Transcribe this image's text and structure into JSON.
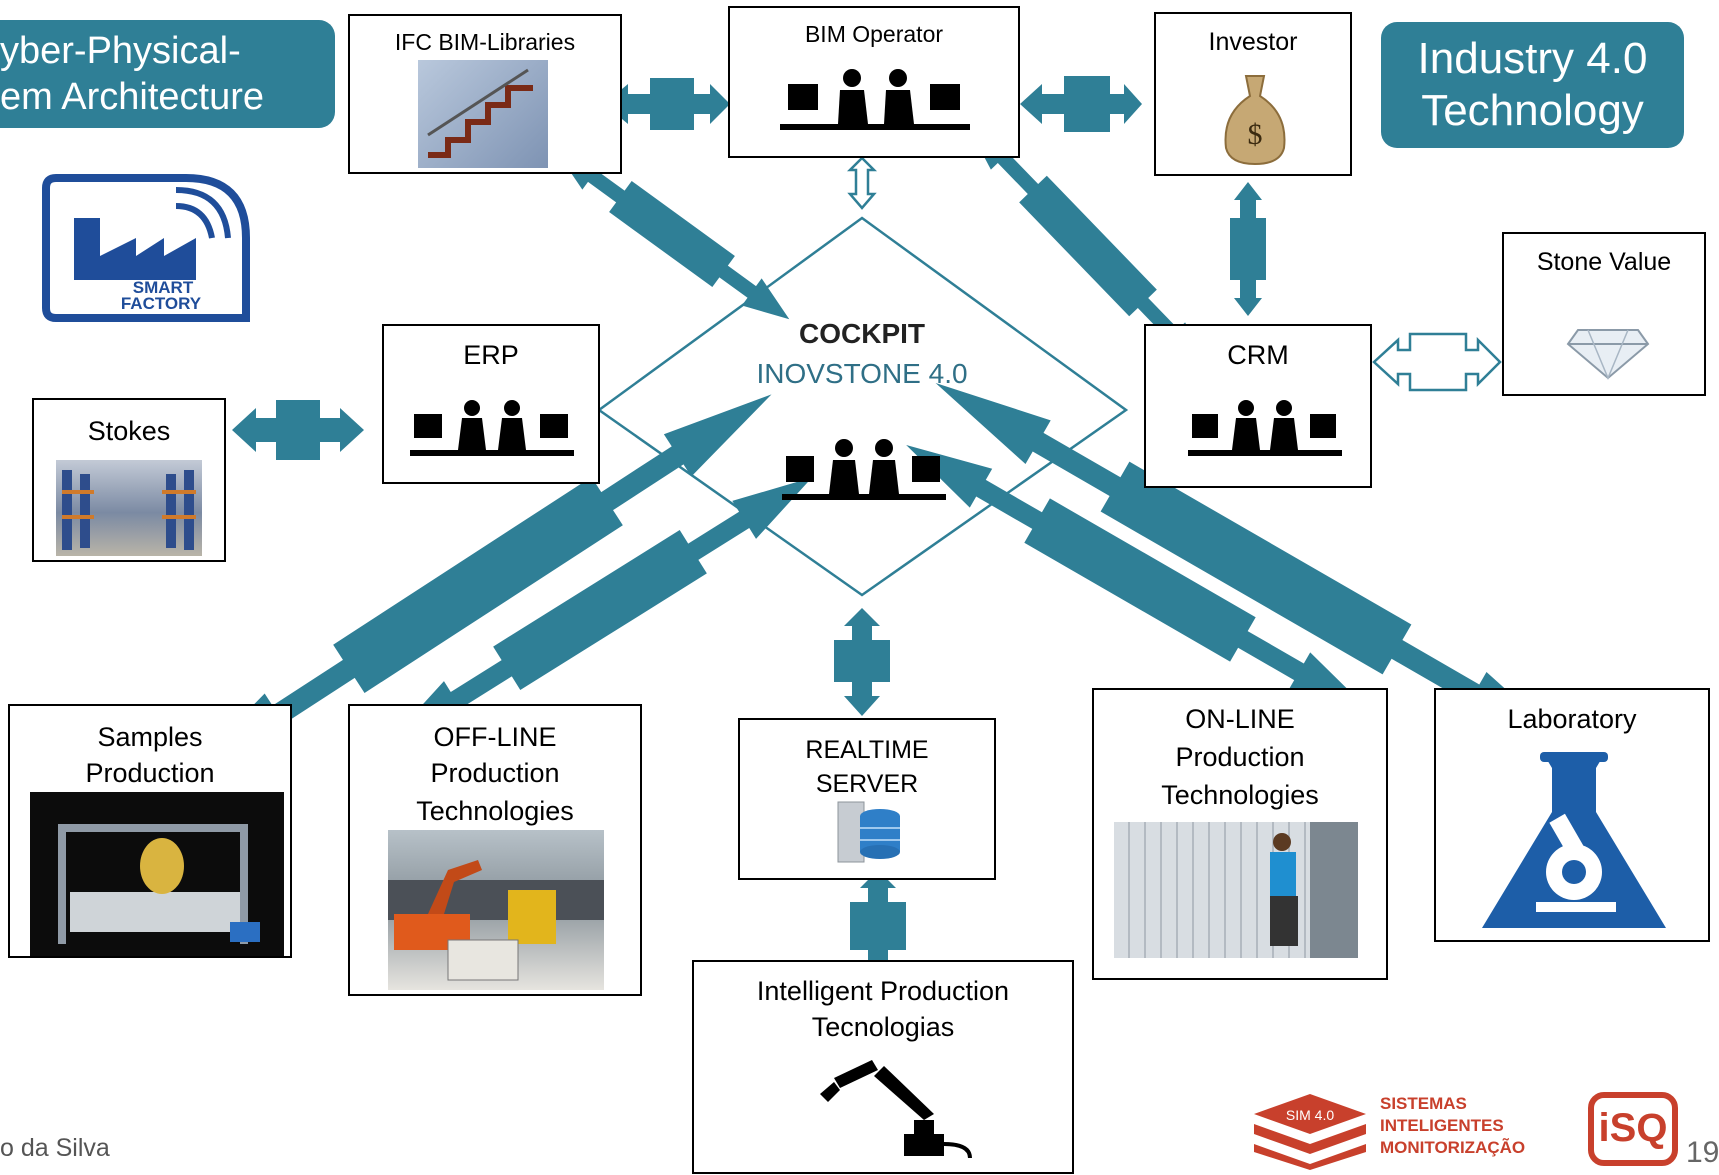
{
  "title_left_line1": "yber-Physical-",
  "title_left_line2": "em Architecture",
  "title_right_line1": "Industry 4.0",
  "title_right_line2": "Technology",
  "smart_factory_line1": "SMART",
  "smart_factory_line2": "FACTORY",
  "center": {
    "title": "COCKPIT",
    "subtitle": "INOVSTONE 4.0"
  },
  "nodes": {
    "ifc": "IFC BIM-Libraries",
    "bim_operator": "BIM Operator",
    "investor": "Investor",
    "stone_value": "Stone Value",
    "crm": "CRM",
    "erp": "ERP",
    "stokes": "Stokes",
    "samples_line1": "Samples",
    "samples_line2": "Production",
    "offline_line1": "OFF-LINE",
    "offline_line2": "Production",
    "offline_line3": "Technologies",
    "realtime_line1": "REALTIME",
    "realtime_line2": "SERVER",
    "intelligent_line1": "Intelligent Production",
    "intelligent_line2": "Tecnologias",
    "online_line1": "ON-LINE",
    "online_line2": "Production",
    "online_line3": "Technologies",
    "laboratory": "Laboratory"
  },
  "footer": {
    "author": "o da Silva",
    "logo_line1": "SISTEMAS",
    "logo_line2": "INTELIGENTES",
    "logo_line3": "MONITORIZAÇÃO",
    "isq": "iSQ",
    "page": "19"
  },
  "colors": {
    "accent": "#2f7f96",
    "logo_red": "#c8402c",
    "dark_blue": "#1f4d9a"
  },
  "icons": [
    "smart-factory-logo",
    "workstation-icon",
    "money-bag-icon",
    "diamond-icon",
    "server-icon",
    "robot-arm-icon",
    "lab-flask-icon"
  ]
}
